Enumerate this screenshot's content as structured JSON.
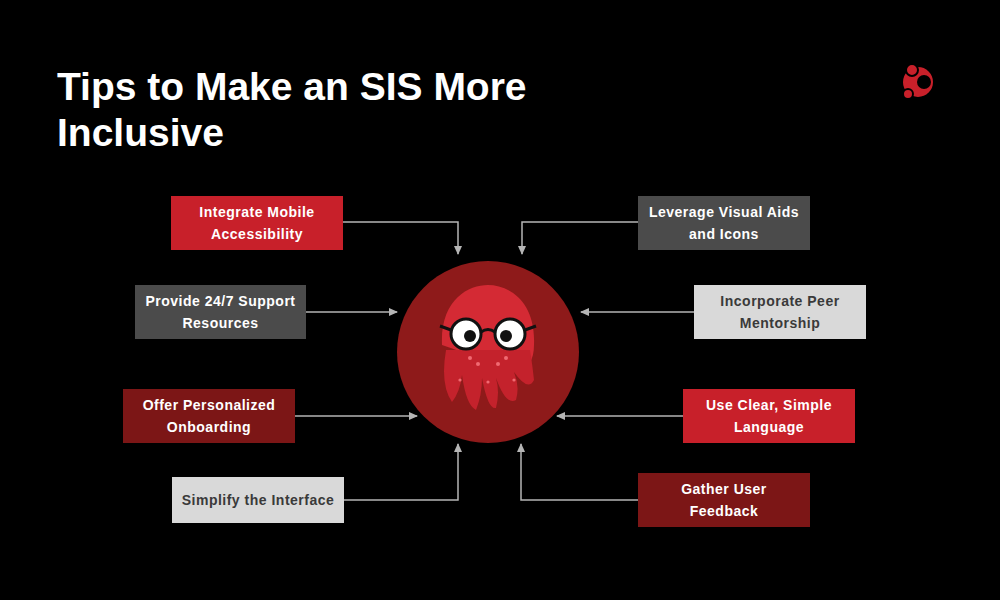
{
  "diagram": {
    "title": "Tips to Make an SIS More Inclusive",
    "nodes": [
      {
        "text": [
          "Integrate Mobile Accessibility"
        ]
      },
      {
        "text": [
          "Leverage Visual Aids and Icons"
        ]
      },
      {
        "text": [
          "Provide 24/7 Support Resources"
        ]
      },
      {
        "text": [
          "Incorporate Peer Mentorship"
        ]
      },
      {
        "text": [
          "Offer Personalized Onboarding"
        ]
      },
      {
        "text": [
          "Use Clear, Simple Language"
        ]
      },
      {
        "text": [
          "Simplify the Interface"
        ]
      },
      {
        "text": [
          "Gather User Feedback"
        ]
      }
    ]
  }
}
